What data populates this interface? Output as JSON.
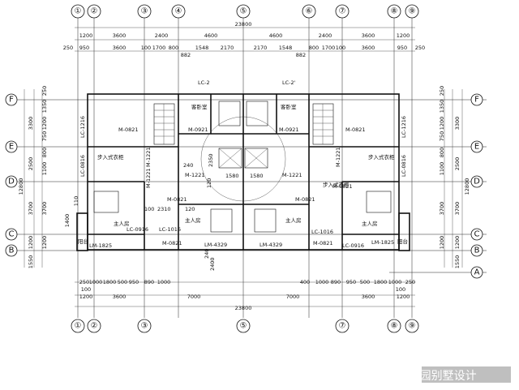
{
  "axes_x": [
    {
      "id": "1",
      "label": "①"
    },
    {
      "id": "2",
      "label": "②"
    },
    {
      "id": "3",
      "label": "③"
    },
    {
      "id": "4",
      "label": "④"
    },
    {
      "id": "5",
      "label": "⑤"
    },
    {
      "id": "6",
      "label": "⑥"
    },
    {
      "id": "7",
      "label": "⑦"
    },
    {
      "id": "8",
      "label": "⑧"
    },
    {
      "id": "9",
      "label": "⑨"
    }
  ],
  "axes_y": [
    {
      "id": "F",
      "label": "F"
    },
    {
      "id": "E",
      "label": "E"
    },
    {
      "id": "D",
      "label": "D"
    },
    {
      "id": "C",
      "label": "C"
    },
    {
      "id": "B",
      "label": "B"
    },
    {
      "id": "A",
      "label": "A"
    }
  ],
  "top_dims": {
    "total": "23800",
    "row1": [
      "1200",
      "3600",
      "2400",
      "4600",
      "4600",
      "2400",
      "3600",
      "1200"
    ],
    "row2": [
      "250",
      "950",
      "3600",
      "100",
      "1700",
      "800",
      "1548",
      "2170",
      "2170",
      "1548",
      "800",
      "1700",
      "100",
      "3600",
      "950",
      "250"
    ],
    "row2_extra": [
      "882",
      "882"
    ]
  },
  "bottom_dims": {
    "total": "23800",
    "row1": [
      "1200",
      "3600",
      "7000",
      "7000",
      "3600",
      "1200"
    ],
    "row2_left": [
      "250",
      "1000",
      "1800",
      "500",
      "950",
      "890",
      "1000"
    ],
    "row2_right": [
      "400",
      "1000",
      "890",
      "950",
      "500",
      "1800",
      "1000",
      "250"
    ],
    "row2_mid": [
      "100",
      "100"
    ]
  },
  "left_dims": {
    "total": "12800",
    "row1": [
      "3300",
      "2500",
      "3700",
      "1200",
      "1550"
    ],
    "row2": [
      "250",
      "1350",
      "1200",
      "750",
      "800",
      "1100",
      "3700",
      "1400",
      "1200"
    ],
    "extra": [
      "110"
    ]
  },
  "right_dims": {
    "total": "12800",
    "row1": [
      "3300",
      "2500",
      "3700",
      "1200",
      "1550"
    ],
    "row2": [
      "250",
      "1350",
      "1200",
      "750",
      "800",
      "1100",
      "3700",
      "1200"
    ]
  },
  "labels": {
    "lc2_left": "LC-2",
    "lc2_right": "LC-2'",
    "lc1216_left": "LC-1216",
    "lc1216_right": "LC-1216",
    "lc0816_left": "LC-0816",
    "lc0816_right": "LC-0816",
    "m0821_a": "M-0821",
    "m0921_a": "M-0921",
    "m0921_b": "M-0921",
    "m0821_b": "M-0821",
    "m1221_a": "M-1221",
    "m1221_b": "M-1221",
    "m1221_c": "M-1221",
    "m1221_d": "M-1221",
    "m1221_e": "M-1221",
    "m0821_c": "M-0821",
    "m0821_d": "M-0821",
    "m0821_e": "M-0821",
    "m0821_f": "M-0821",
    "m0821_g": "M-0821",
    "lc0916_a": "LC-0916",
    "lc1016_a": "LC-1016",
    "lc1016_b": "LC-1016",
    "lc0916_b": "LC-0916",
    "lm1825_a": "LM-1825",
    "lm1825_b": "LM-1825",
    "lm4329_a": "LM-4329",
    "lm4329_b": "LM-4329",
    "d240": "240",
    "d1580_a": "1580",
    "d1580_b": "1580",
    "d2310": "2310",
    "d120_a": "120",
    "d120_b": "120",
    "d100": "100",
    "d2400": "2400",
    "d240_b": "240",
    "d2350": "2350"
  },
  "rooms": {
    "guest_left": "客卧室",
    "guest_right": "客卧室",
    "closet_left": "步入式衣柜",
    "closet_right": "步入式衣柜",
    "closet_bottom": "步入式衣柜",
    "master_left": "主人房",
    "master_center_left": "主人房",
    "master_center_right": "主人房",
    "master_right": "主人房",
    "balcony_left": "阳台",
    "balcony_right": "阳台"
  },
  "watermark": "头条号 / 嘉园别墅设计"
}
